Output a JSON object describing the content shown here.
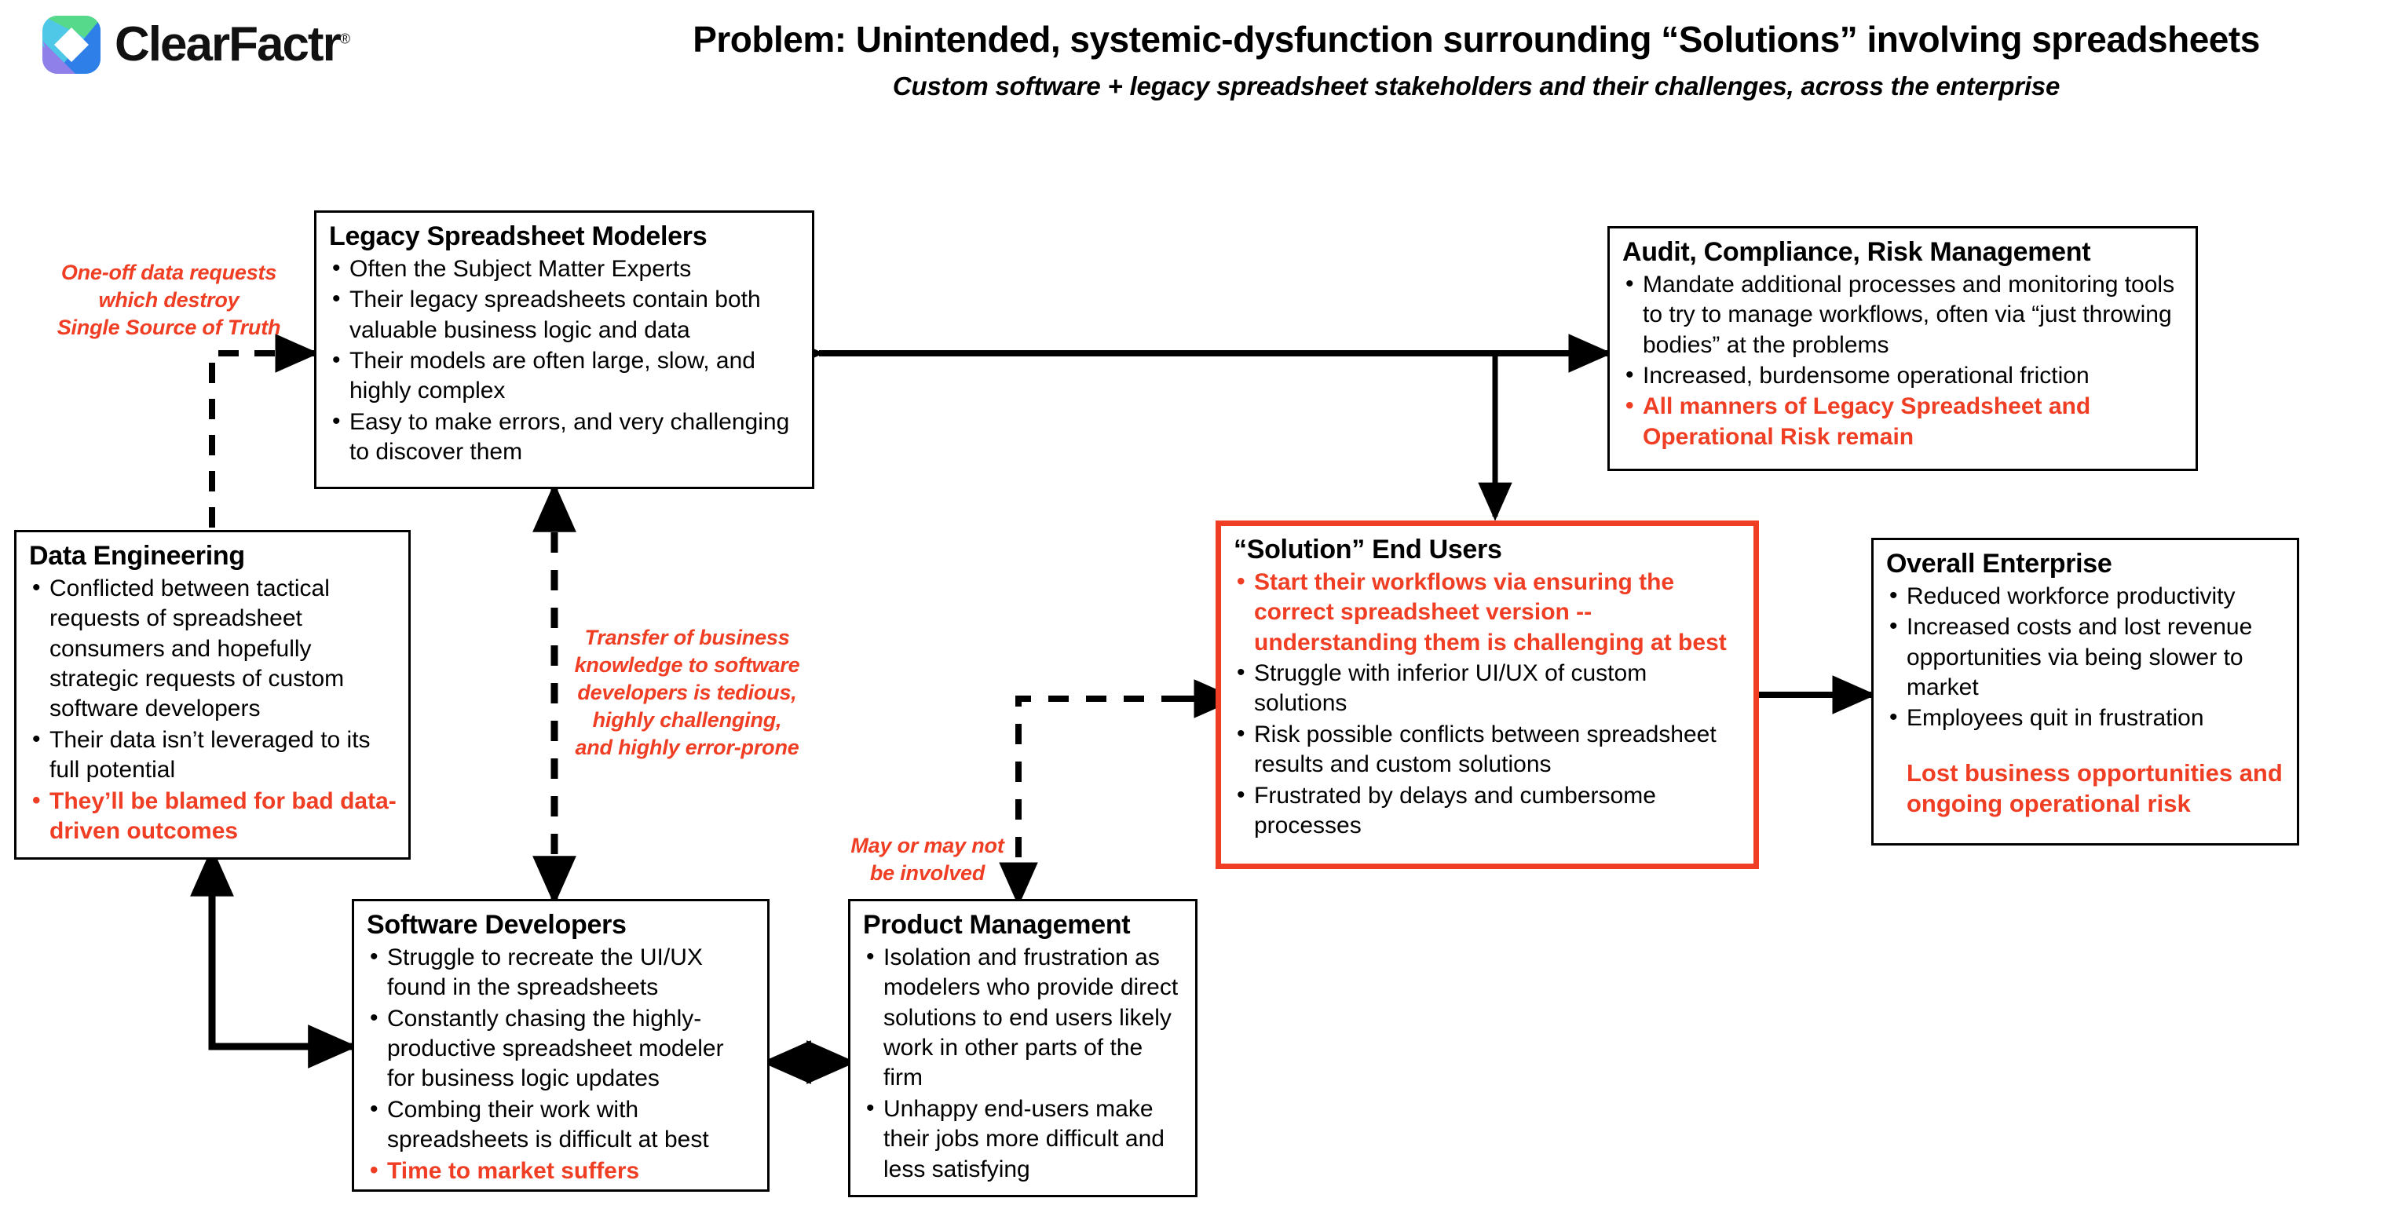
{
  "brand": {
    "name": "ClearFactr",
    "trademark": "®",
    "logo_icon": "clearfactr-diamond-logo",
    "colors": {
      "green": "#56d98b",
      "blue": "#2f7fe8",
      "purple": "#8f7fe8",
      "cyan": "#4fc8e8"
    }
  },
  "header": {
    "title": "Problem: Unintended, systemic-dysfunction surrounding “Solutions” involving spreadsheets",
    "subtitle": "Custom software + legacy spreadsheet stakeholders and their challenges, across the enterprise"
  },
  "theme": {
    "accent_red": "#ef3e23",
    "ink": "#000000",
    "paper": "#ffffff"
  },
  "boxes": [
    {
      "id": "legacy-spreadsheet-modelers",
      "title": "Legacy Spreadsheet Modelers",
      "highlight": false,
      "bullets": [
        {
          "text": "Often the Subject Matter Experts",
          "red": false
        },
        {
          "text": "Their legacy spreadsheets contain both valuable business logic and data",
          "red": false
        },
        {
          "text": "Their models are often large, slow, and highly complex",
          "red": false
        },
        {
          "text": "Easy to make errors, and very challenging to discover them",
          "red": false
        }
      ],
      "tagline": ""
    },
    {
      "id": "audit-compliance-risk-management",
      "title": "Audit, Compliance, Risk Management",
      "highlight": false,
      "bullets": [
        {
          "text": "Mandate additional processes and monitoring tools to try to manage workflows, often via “just throwing bodies” at the problems",
          "red": false
        },
        {
          "text": "Increased, burdensome operational friction",
          "red": false
        },
        {
          "text": "All manners of Legacy Spreadsheet and Operational Risk remain",
          "red": true
        }
      ],
      "tagline": ""
    },
    {
      "id": "data-engineering",
      "title": "Data Engineering",
      "highlight": false,
      "bullets": [
        {
          "text": "Conflicted between tactical requests of spreadsheet consumers and hopefully strategic requests of custom software developers",
          "red": false
        },
        {
          "text": "Their data isn’t leveraged to its full potential",
          "red": false
        },
        {
          "text": "They’ll be blamed for bad data-driven outcomes",
          "red": true
        }
      ],
      "tagline": ""
    },
    {
      "id": "solution-end-users",
      "title": "“Solution” End Users",
      "highlight": true,
      "bullets": [
        {
          "text": "Start their workflows via ensuring the correct spreadsheet version -- understanding them is challenging at best",
          "red": true
        },
        {
          "text": "Struggle with inferior UI/UX of custom solutions",
          "red": false
        },
        {
          "text": "Risk possible conflicts between spreadsheet results and custom solutions",
          "red": false
        },
        {
          "text": "Frustrated by delays and cumbersome processes",
          "red": false
        }
      ],
      "tagline": ""
    },
    {
      "id": "overall-enterprise",
      "title": "Overall Enterprise",
      "highlight": false,
      "bullets": [
        {
          "text": "Reduced workforce productivity",
          "red": false
        },
        {
          "text": "Increased costs and lost revenue opportunities via being slower to market",
          "red": false
        },
        {
          "text": "Employees quit in frustration",
          "red": false
        }
      ],
      "tagline": "Lost business opportunities and ongoing operational risk"
    },
    {
      "id": "software-developers",
      "title": "Software Developers",
      "highlight": false,
      "bullets": [
        {
          "text": "Struggle to recreate the UI/UX found in the spreadsheets",
          "red": false
        },
        {
          "text": "Constantly chasing the highly-productive spreadsheet modeler for business logic updates",
          "red": false
        },
        {
          "text": "Combing their work with spreadsheets is difficult at best",
          "red": false
        },
        {
          "text": "Time to market suffers",
          "red": true
        }
      ],
      "tagline": ""
    },
    {
      "id": "product-management",
      "title": "Product Management",
      "highlight": false,
      "bullets": [
        {
          "text": "Isolation and frustration as modelers who provide direct solutions to end users likely work in other parts of the firm",
          "red": false
        },
        {
          "text": "Unhappy end-users make their jobs more difficult and less satisfying",
          "red": false
        }
      ],
      "tagline": ""
    }
  ],
  "annotations": [
    {
      "id": "one-off-data-requests",
      "text": "One-off data requests\nwhich destroy\nSingle Source of Truth"
    },
    {
      "id": "transfer-of-business-knowledge",
      "text": "Transfer of business\nknowledge to software\ndevelopers is tedious,\nhighly challenging,\nand highly error-prone"
    },
    {
      "id": "may-or-may-not-be-involved",
      "text": "May or may not\nbe involved"
    }
  ],
  "connectors": [
    {
      "id": "data-engineering-to-legacy-modelers",
      "style": "dashed",
      "heads": "one"
    },
    {
      "id": "legacy-modelers-to-audit-compliance",
      "style": "solid",
      "heads": "both"
    },
    {
      "id": "audit-compliance-to-solution-end-users",
      "style": "solid",
      "heads": "one"
    },
    {
      "id": "legacy-modelers-to-software-developers",
      "style": "dashed",
      "heads": "both"
    },
    {
      "id": "data-engineering-to-software-developers",
      "style": "solid",
      "heads": "both"
    },
    {
      "id": "software-developers-to-product-management",
      "style": "dashed",
      "heads": "both"
    },
    {
      "id": "product-management-to-solution-end-users",
      "style": "dashed",
      "heads": "one"
    },
    {
      "id": "solution-end-users-to-overall-enterprise",
      "style": "solid",
      "heads": "one"
    }
  ]
}
